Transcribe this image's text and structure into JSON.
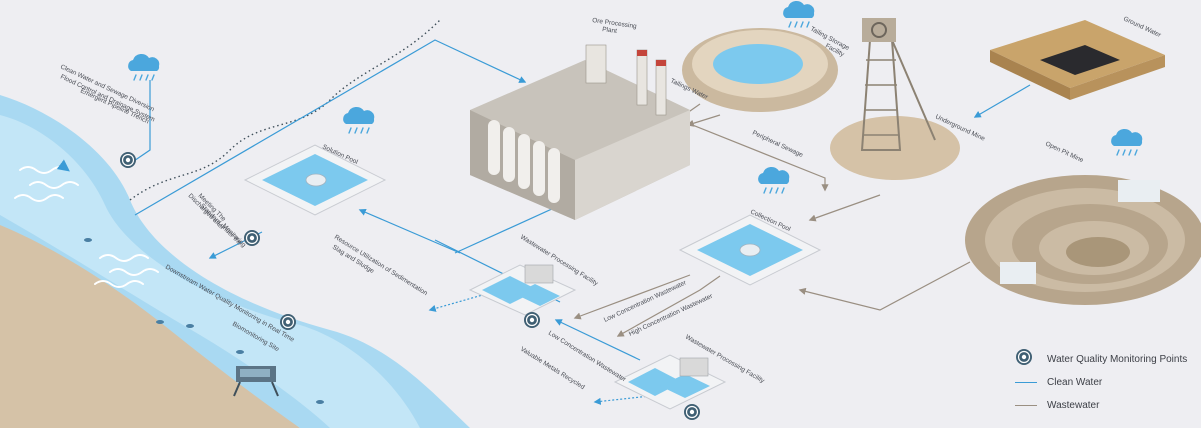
{
  "labels": {
    "clean_water_diversion": "Clean Water and Sewage Diversion",
    "flood_control": "Flood Control and Drainage System",
    "pipeline_trench": "Emergent Pipeline Trench",
    "ore_processing_plant_l1": "Ore Processing",
    "ore_processing_plant_l2": "Plant",
    "tailings_water": "Tailings Water",
    "tailing_storage_l1": "Tailing Storage",
    "tailing_storage_l2": "Facility",
    "ground_water": "Ground Water",
    "underground_mine": "Underground Mine",
    "open_pit_mine": "Open Pit Mine",
    "peripheral_sewage": "Peripheral Sewage",
    "solution_pool": "Solution Pool",
    "collection_pool": "Collection Pool",
    "discharged_l1": "Discharged after",
    "discharged_l2": "Meeting The",
    "discharged_l3": "Standard under the",
    "discharged_l4": "Monitoring",
    "resource_utilization_l1": "Resource Utilization of Sedimentation",
    "resource_utilization_l2": "Slag and Sludge",
    "wastewater_facility_upper": "Wastewater Processing Facility",
    "wastewater_facility_lower": "Wastewater Processing Facility",
    "low_conc_upper": "Low Concentration Wastewater",
    "high_conc": "High Concentration Wastewater",
    "low_conc_lower": "Low Concentration Wastewater",
    "valuable_metals": "Valuable Metals Recycled",
    "downstream_monitoring": "Downstream Water Quality Monitoring in Real Time",
    "biomonitoring": "Biomonitoring Site"
  },
  "legend": {
    "monitoring_points": "Water Quality Monitoring Points",
    "clean_water": "Clean Water",
    "wastewater": "Wastewater"
  },
  "colors": {
    "clean_water": "#3a9bd6",
    "wastewater": "#9a8f82",
    "monitor_icon": "#3f5f73",
    "river": "#a9d9f2",
    "pool_water": "#7cc9ee",
    "earth": "#d5c2a7"
  }
}
